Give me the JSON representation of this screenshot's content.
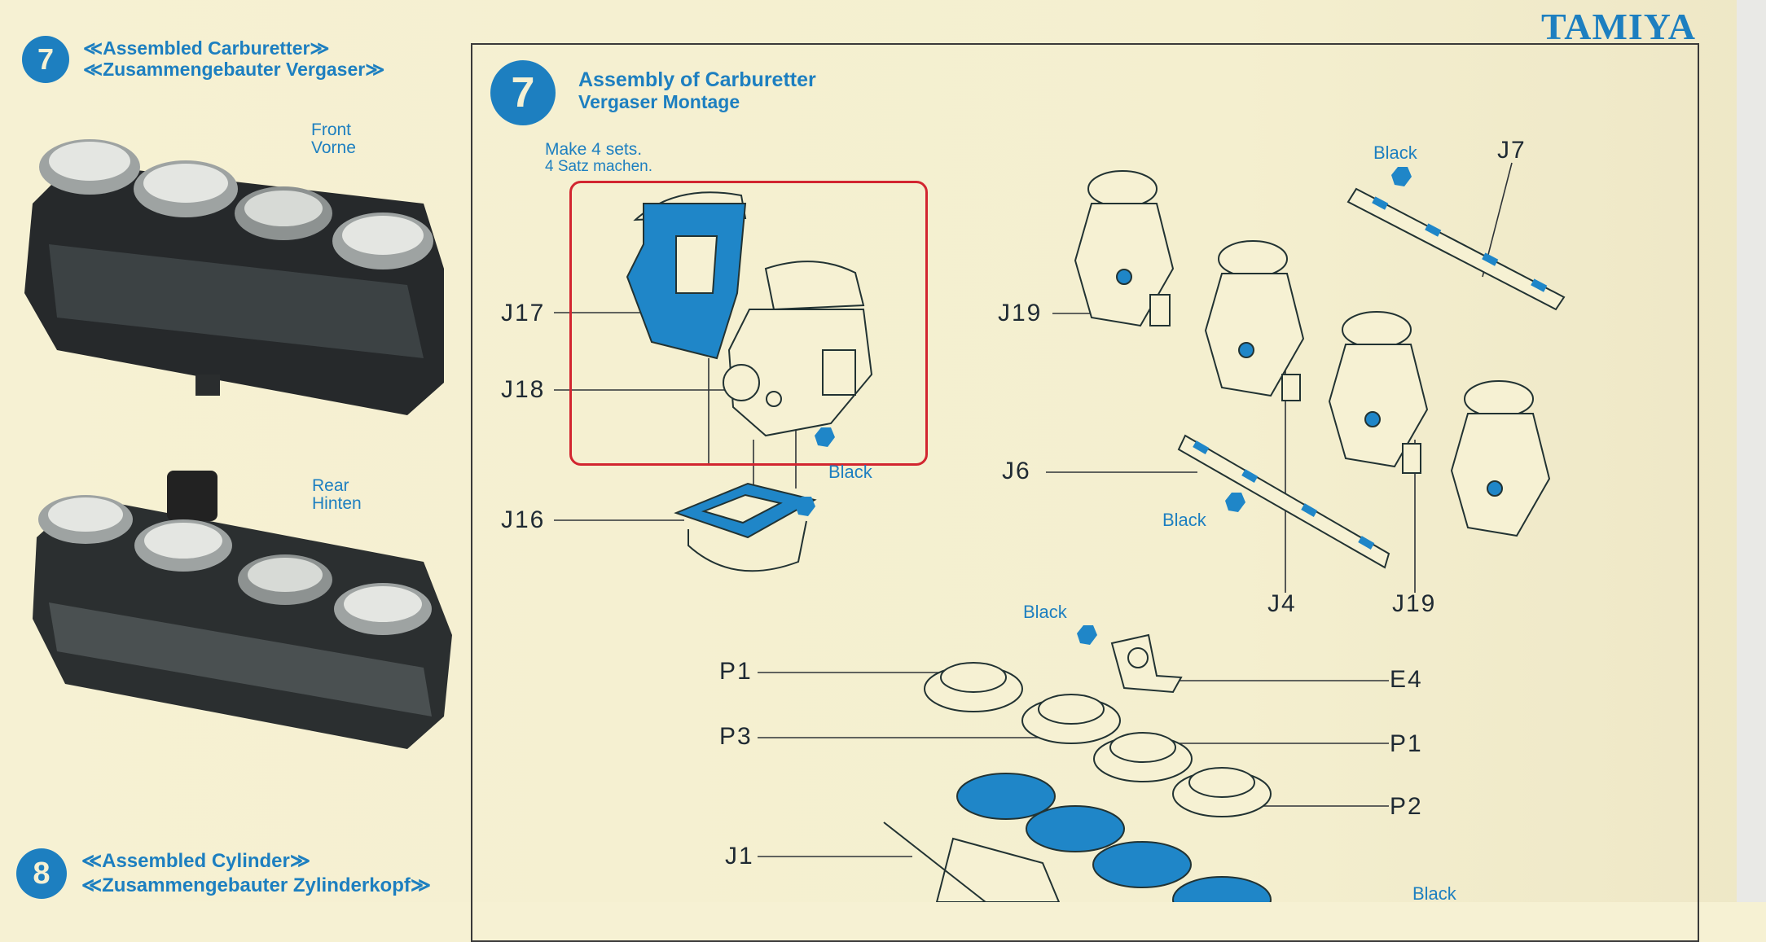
{
  "brand": "TAMIYA",
  "colors": {
    "accent": "#1d7fc0",
    "paper": "#f6f1d3",
    "highlight": "#d22630",
    "ink": "#1f2a33"
  },
  "left_panel": {
    "section7": {
      "number": "7",
      "title_en": "≪Assembled Carburetter≫",
      "title_de": "≪Zusammengebauter Vergaser≫"
    },
    "front_label": {
      "en": "Front",
      "de": "Vorne"
    },
    "rear_label": {
      "en": "Rear",
      "de": "Hinten"
    },
    "section8": {
      "number": "8",
      "title_en": "≪Assembled Cylinder≫",
      "title_de": "≪Zusammengebauter Zylinderkopf≫"
    }
  },
  "main": {
    "step": {
      "number": "7",
      "title_en": "Assembly of Carburetter",
      "title_de": "Vergaser Montage"
    },
    "note": {
      "en": "Make 4 sets.",
      "de": "4 Satz machen."
    },
    "parts": {
      "j17": "J17",
      "j18": "J18",
      "j16": "J16",
      "j19a": "J19",
      "j7": "J7",
      "j6": "J6",
      "j4": "J4",
      "j19b": "J19",
      "p1a": "P1",
      "p3": "P3",
      "j1": "J1",
      "e4": "E4",
      "p1b": "P1",
      "p2": "P2"
    },
    "color_callouts": {
      "black1": "Black",
      "black2": "Black",
      "black3": "Black",
      "black4": "Black",
      "black5": "Black"
    }
  }
}
